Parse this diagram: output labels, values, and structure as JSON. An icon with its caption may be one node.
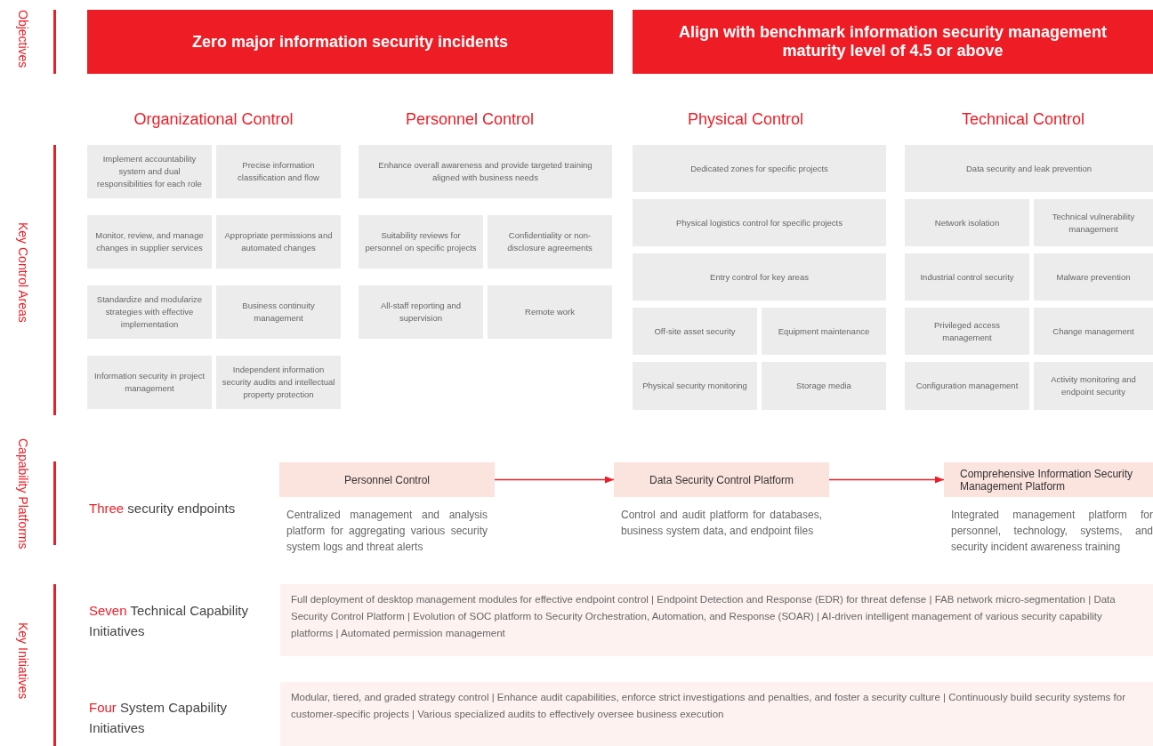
{
  "diagram": {
    "nodes": [
      {
        "text": [
          "Zero major information security incidents"
        ]
      },
      {
        "text": [
          "Align with benchmark information security management maturity level of 4.5 or above"
        ]
      },
      {
        "text": [
          "Implement accountability system and dual responsibilities for each role"
        ]
      },
      {
        "text": [
          "Precise information classification and flow"
        ]
      },
      {
        "text": [
          "Monitor, review, and manage changes in supplier services"
        ]
      },
      {
        "text": [
          "Appropriate permissions and automated changes"
        ]
      },
      {
        "text": [
          "Standardize and modularize strategies with effective implementation"
        ]
      },
      {
        "text": [
          "Business continuity management"
        ]
      },
      {
        "text": [
          "Information security in project management"
        ]
      },
      {
        "text": [
          "Independent information security audits and intellectual property protection"
        ]
      },
      {
        "text": [
          "Enhance overall awareness and provide targeted training aligned with business needs"
        ]
      },
      {
        "text": [
          "Suitability reviews for personnel on specific projects"
        ]
      },
      {
        "text": [
          "Confidentiality or non-disclosure agreements"
        ]
      },
      {
        "text": [
          "All-staff reporting and supervision"
        ]
      },
      {
        "text": [
          "Remote work"
        ]
      },
      {
        "text": [
          "Dedicated zones for specific projects"
        ]
      },
      {
        "text": [
          "Physical logistics control for specific projects"
        ]
      },
      {
        "text": [
          "Entry control for key areas"
        ]
      },
      {
        "text": [
          "Off-site asset security"
        ]
      },
      {
        "text": [
          "Equipment maintenance"
        ]
      },
      {
        "text": [
          "Physical security monitoring"
        ]
      },
      {
        "text": [
          "Storage media"
        ]
      },
      {
        "text": [
          "Data security and leak prevention"
        ]
      },
      {
        "text": [
          "Network isolation"
        ]
      },
      {
        "text": [
          "Technical vulnerability management"
        ]
      },
      {
        "text": [
          "Industrial control security"
        ]
      },
      {
        "text": [
          "Malware prevention"
        ]
      },
      {
        "text": [
          "Privileged access management"
        ]
      },
      {
        "text": [
          "Change management"
        ]
      },
      {
        "text": [
          "Configuration management"
        ]
      },
      {
        "text": [
          "Activity monitoring and endpoint security"
        ]
      },
      {
        "text": [
          "Personnel Control"
        ],
        "beside": [
          "Centralized management and analysis platform for aggregating various security system logs and threat alerts"
        ]
      },
      {
        "text": [
          "Data Security Control Platform"
        ],
        "beside": [
          "Control and audit platform for databases, business system data, and endpoint files"
        ]
      },
      {
        "text": [
          "Comprehensive Information Security Management Platform"
        ],
        "beside": [
          "Integrated management platform for personnel, technology, systems, and security incident awareness training"
        ]
      },
      {
        "text": [
          "Full deployment of desktop management modules for effective endpoint control | Endpoint Detection and Response (EDR) for threat defense | FAB network micro-segmentation | Data Security Control Platform | Evolution of SOC platform to Security Orchestration, Automation, and Response (SOAR) | AI-driven intelligent management of various security capability platforms | Automated permission management"
        ]
      },
      {
        "text": [
          "Modular, tiered, and graded strategy control | Enhance audit capabilities, enforce strict investigations and penalties, and foster a security culture | Continuously build security systems for customer-specific projects | Various specialized audits to effectively oversee business execution"
        ]
      }
    ],
    "edges": [
      {
        "from": 31,
        "to": 32,
        "arrow": "to"
      },
      {
        "from": 32,
        "to": 33,
        "arrow": "to"
      }
    ],
    "labels": [
      "Objectives",
      "Organizational Control",
      "Personnel Control",
      "Physical Control",
      "Technical Control",
      "Key Control Areas",
      "Capability Platforms",
      "Three security endpoints",
      "Key Initiatives",
      "Seven Technical Capability Initiatives",
      "Four System Capability Initiatives"
    ]
  }
}
